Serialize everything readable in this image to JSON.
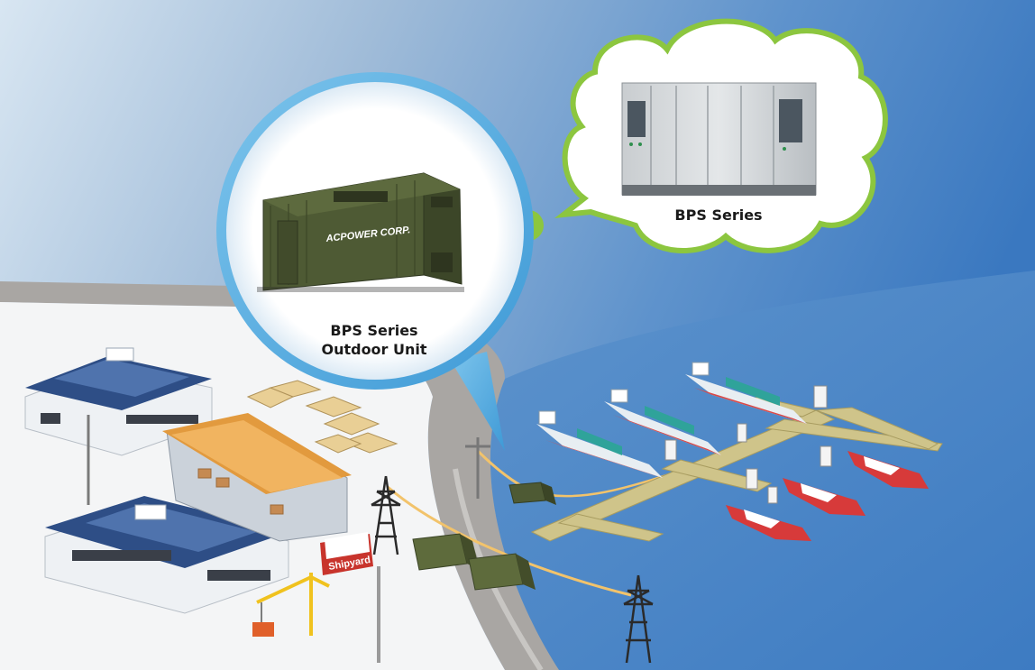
{
  "cloud_callout": {
    "label": "BPS Series"
  },
  "bubble_callout": {
    "line1": "BPS Series",
    "line2": "Outdoor Unit",
    "container_brand": "ACPOWER CORP."
  },
  "shipyard_sign": {
    "label": "Shipyard"
  },
  "colors": {
    "sky_light": "#cfe0ee",
    "sea_blue": "#4b86c4",
    "bubble_ring": "#5aaee0",
    "cloud_outline": "#8cc63f",
    "container_green": "#4e5a34",
    "ship_red": "#d73a3a",
    "pier_tan": "#cfc48a",
    "building_roof": "#2e4e86"
  }
}
